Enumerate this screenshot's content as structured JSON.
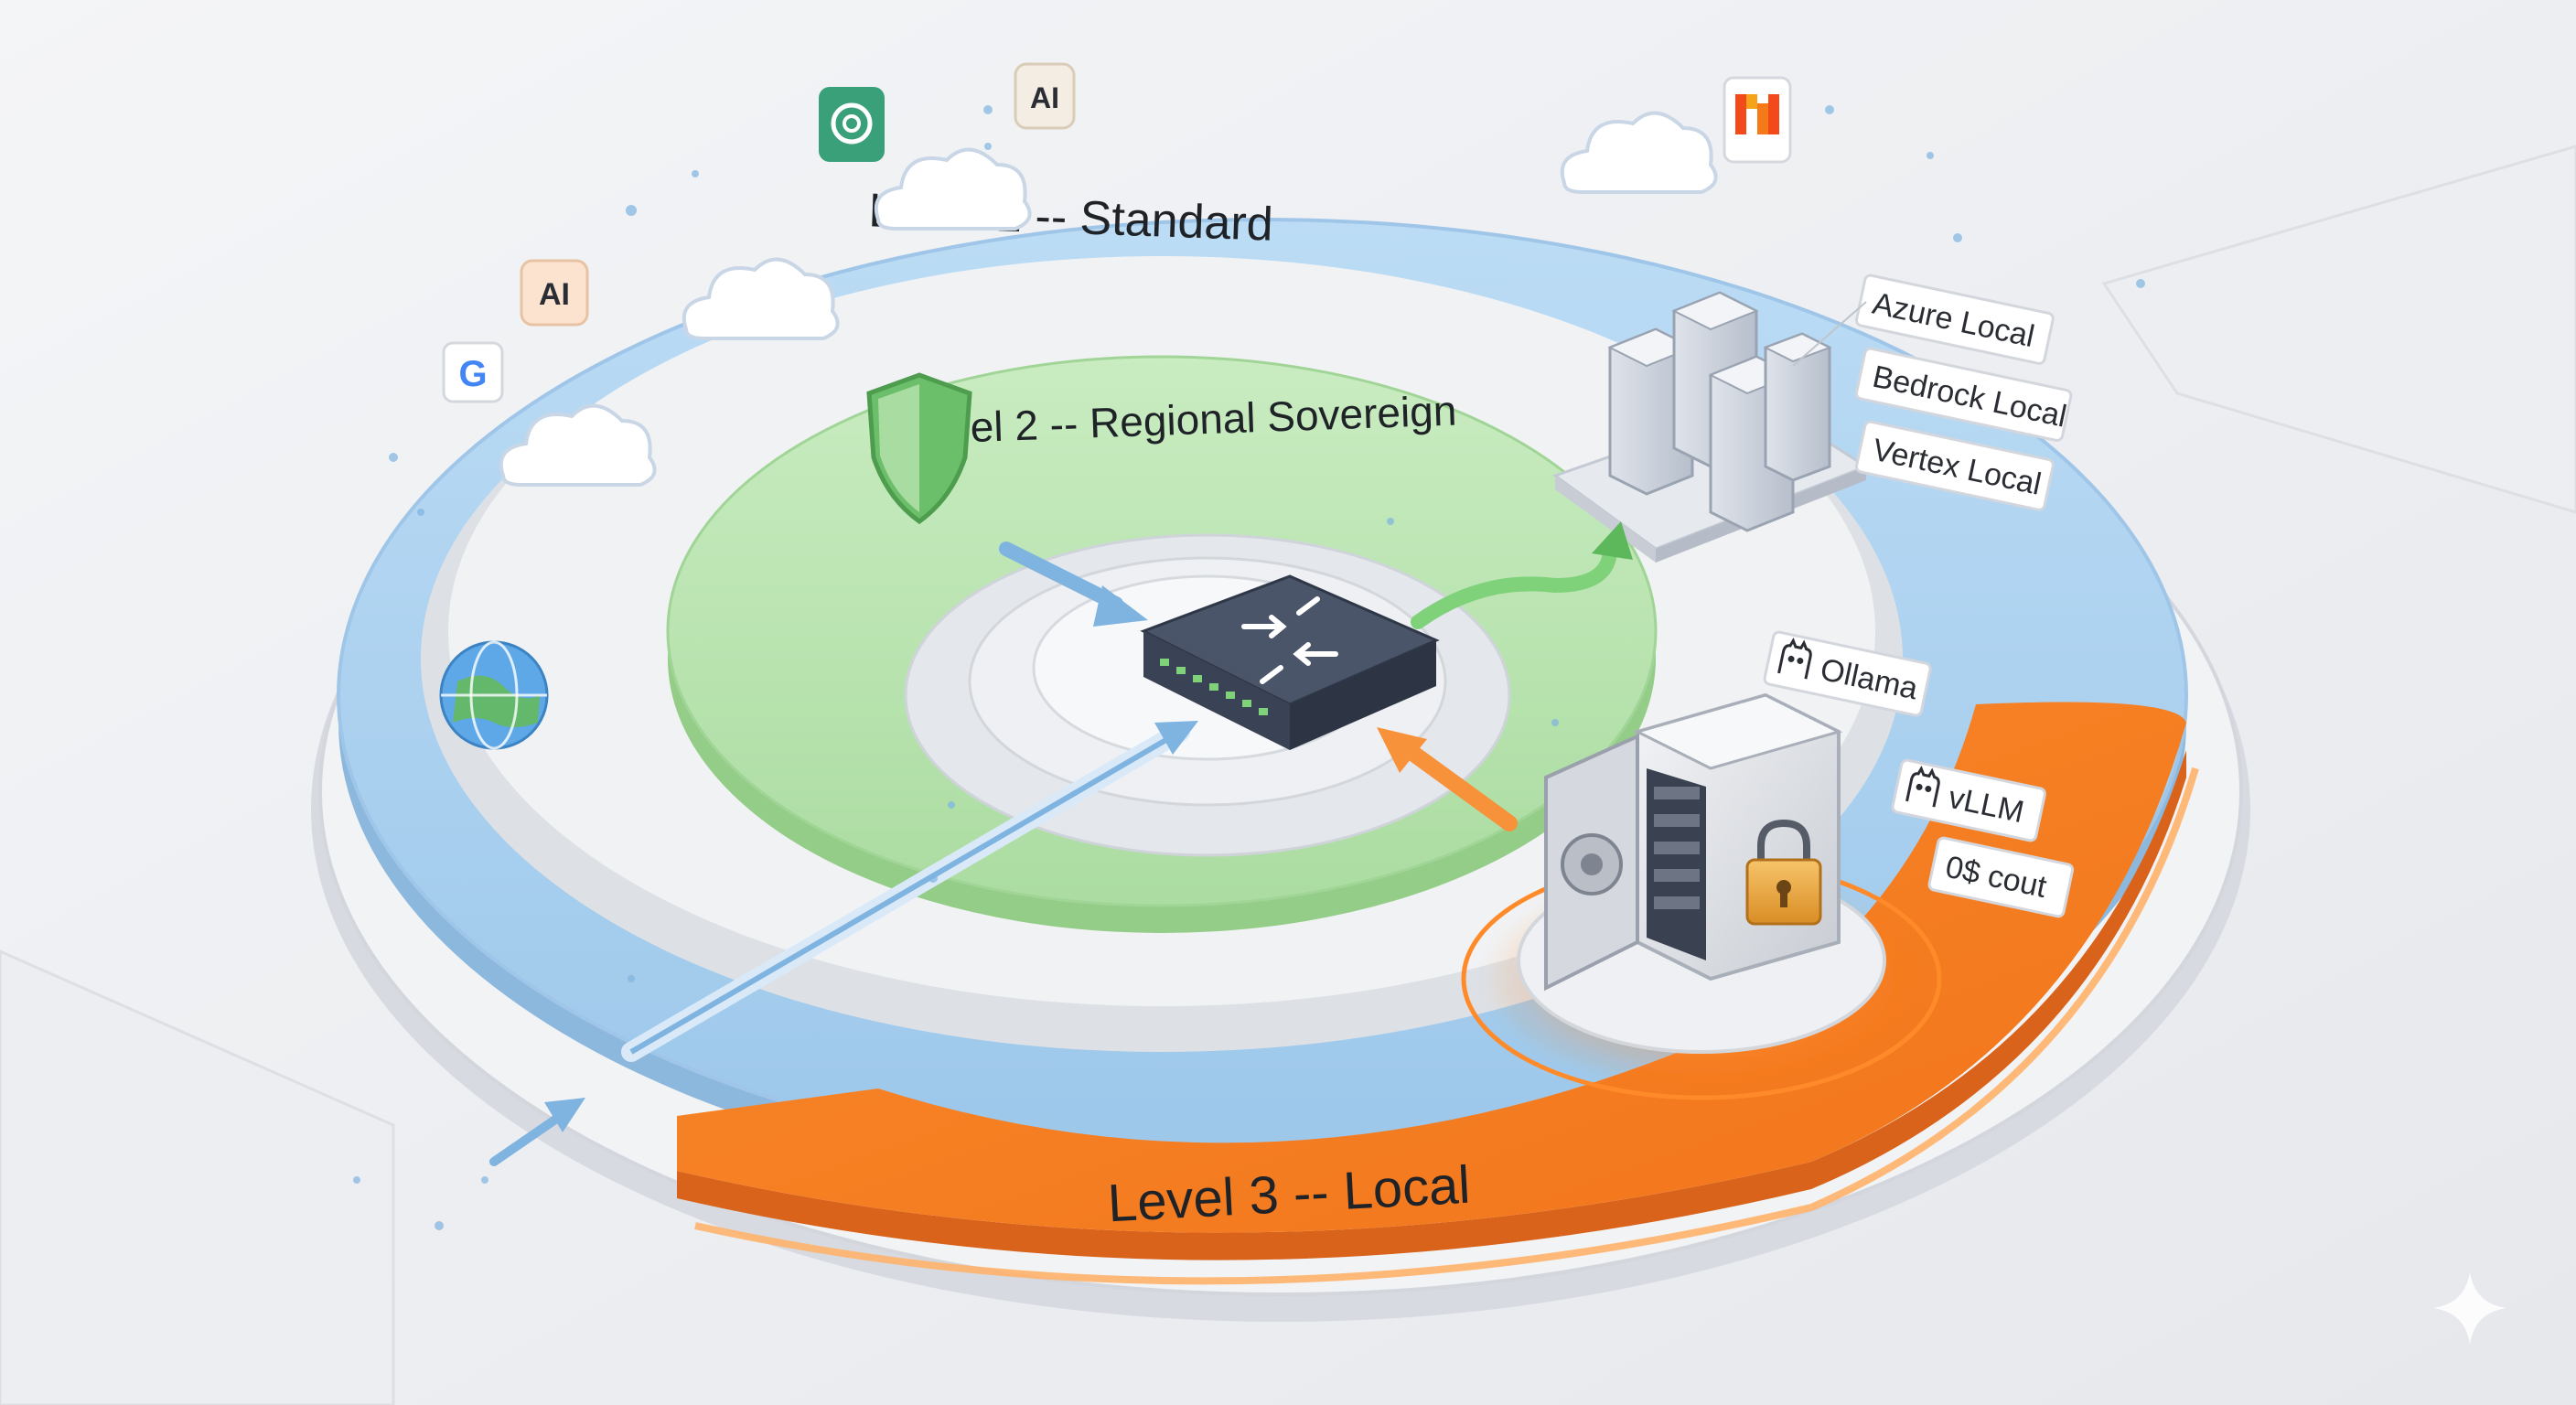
{
  "levels": {
    "level1": "Level 1 -- Standard",
    "level2": "Level 2 -- Regional Sovereign",
    "level3": "Level 3 -- Local"
  },
  "cloud_tags": [
    "Azure Local",
    "Bedrock Local",
    "Vertex Local"
  ],
  "local_tags": [
    "Ollama",
    "vLLM",
    "0$ cout"
  ],
  "badges": {
    "ai1": "AI",
    "ai2": "AI"
  },
  "colors": {
    "level1": "#a9d0ef",
    "level2": "#b8e3b0",
    "level3": "#f5852a",
    "router": "#3e4a5e"
  }
}
